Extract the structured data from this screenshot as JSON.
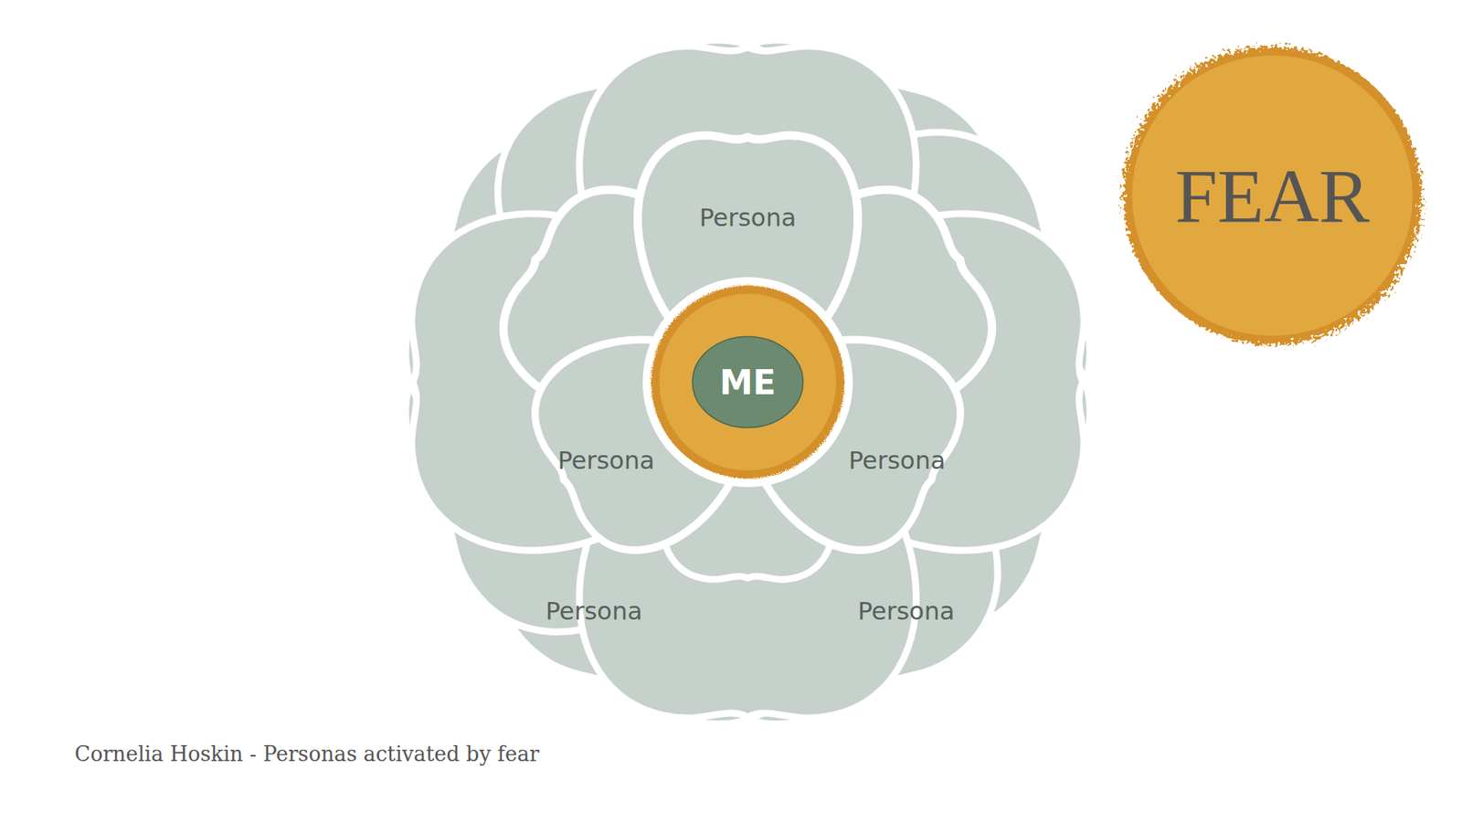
{
  "diagram": {
    "caption": "Cornelia Hoskin - Personas activated by fear",
    "nodes": [
      {
        "text": [
          "Persona"
        ]
      },
      {
        "text": [
          "FEAR"
        ]
      },
      {
        "text": [
          "ME"
        ]
      },
      {
        "text": [
          "Persona"
        ]
      },
      {
        "text": [
          "Persona"
        ]
      },
      {
        "text": [
          "Persona"
        ]
      },
      {
        "text": [
          "Persona"
        ]
      }
    ]
  }
}
